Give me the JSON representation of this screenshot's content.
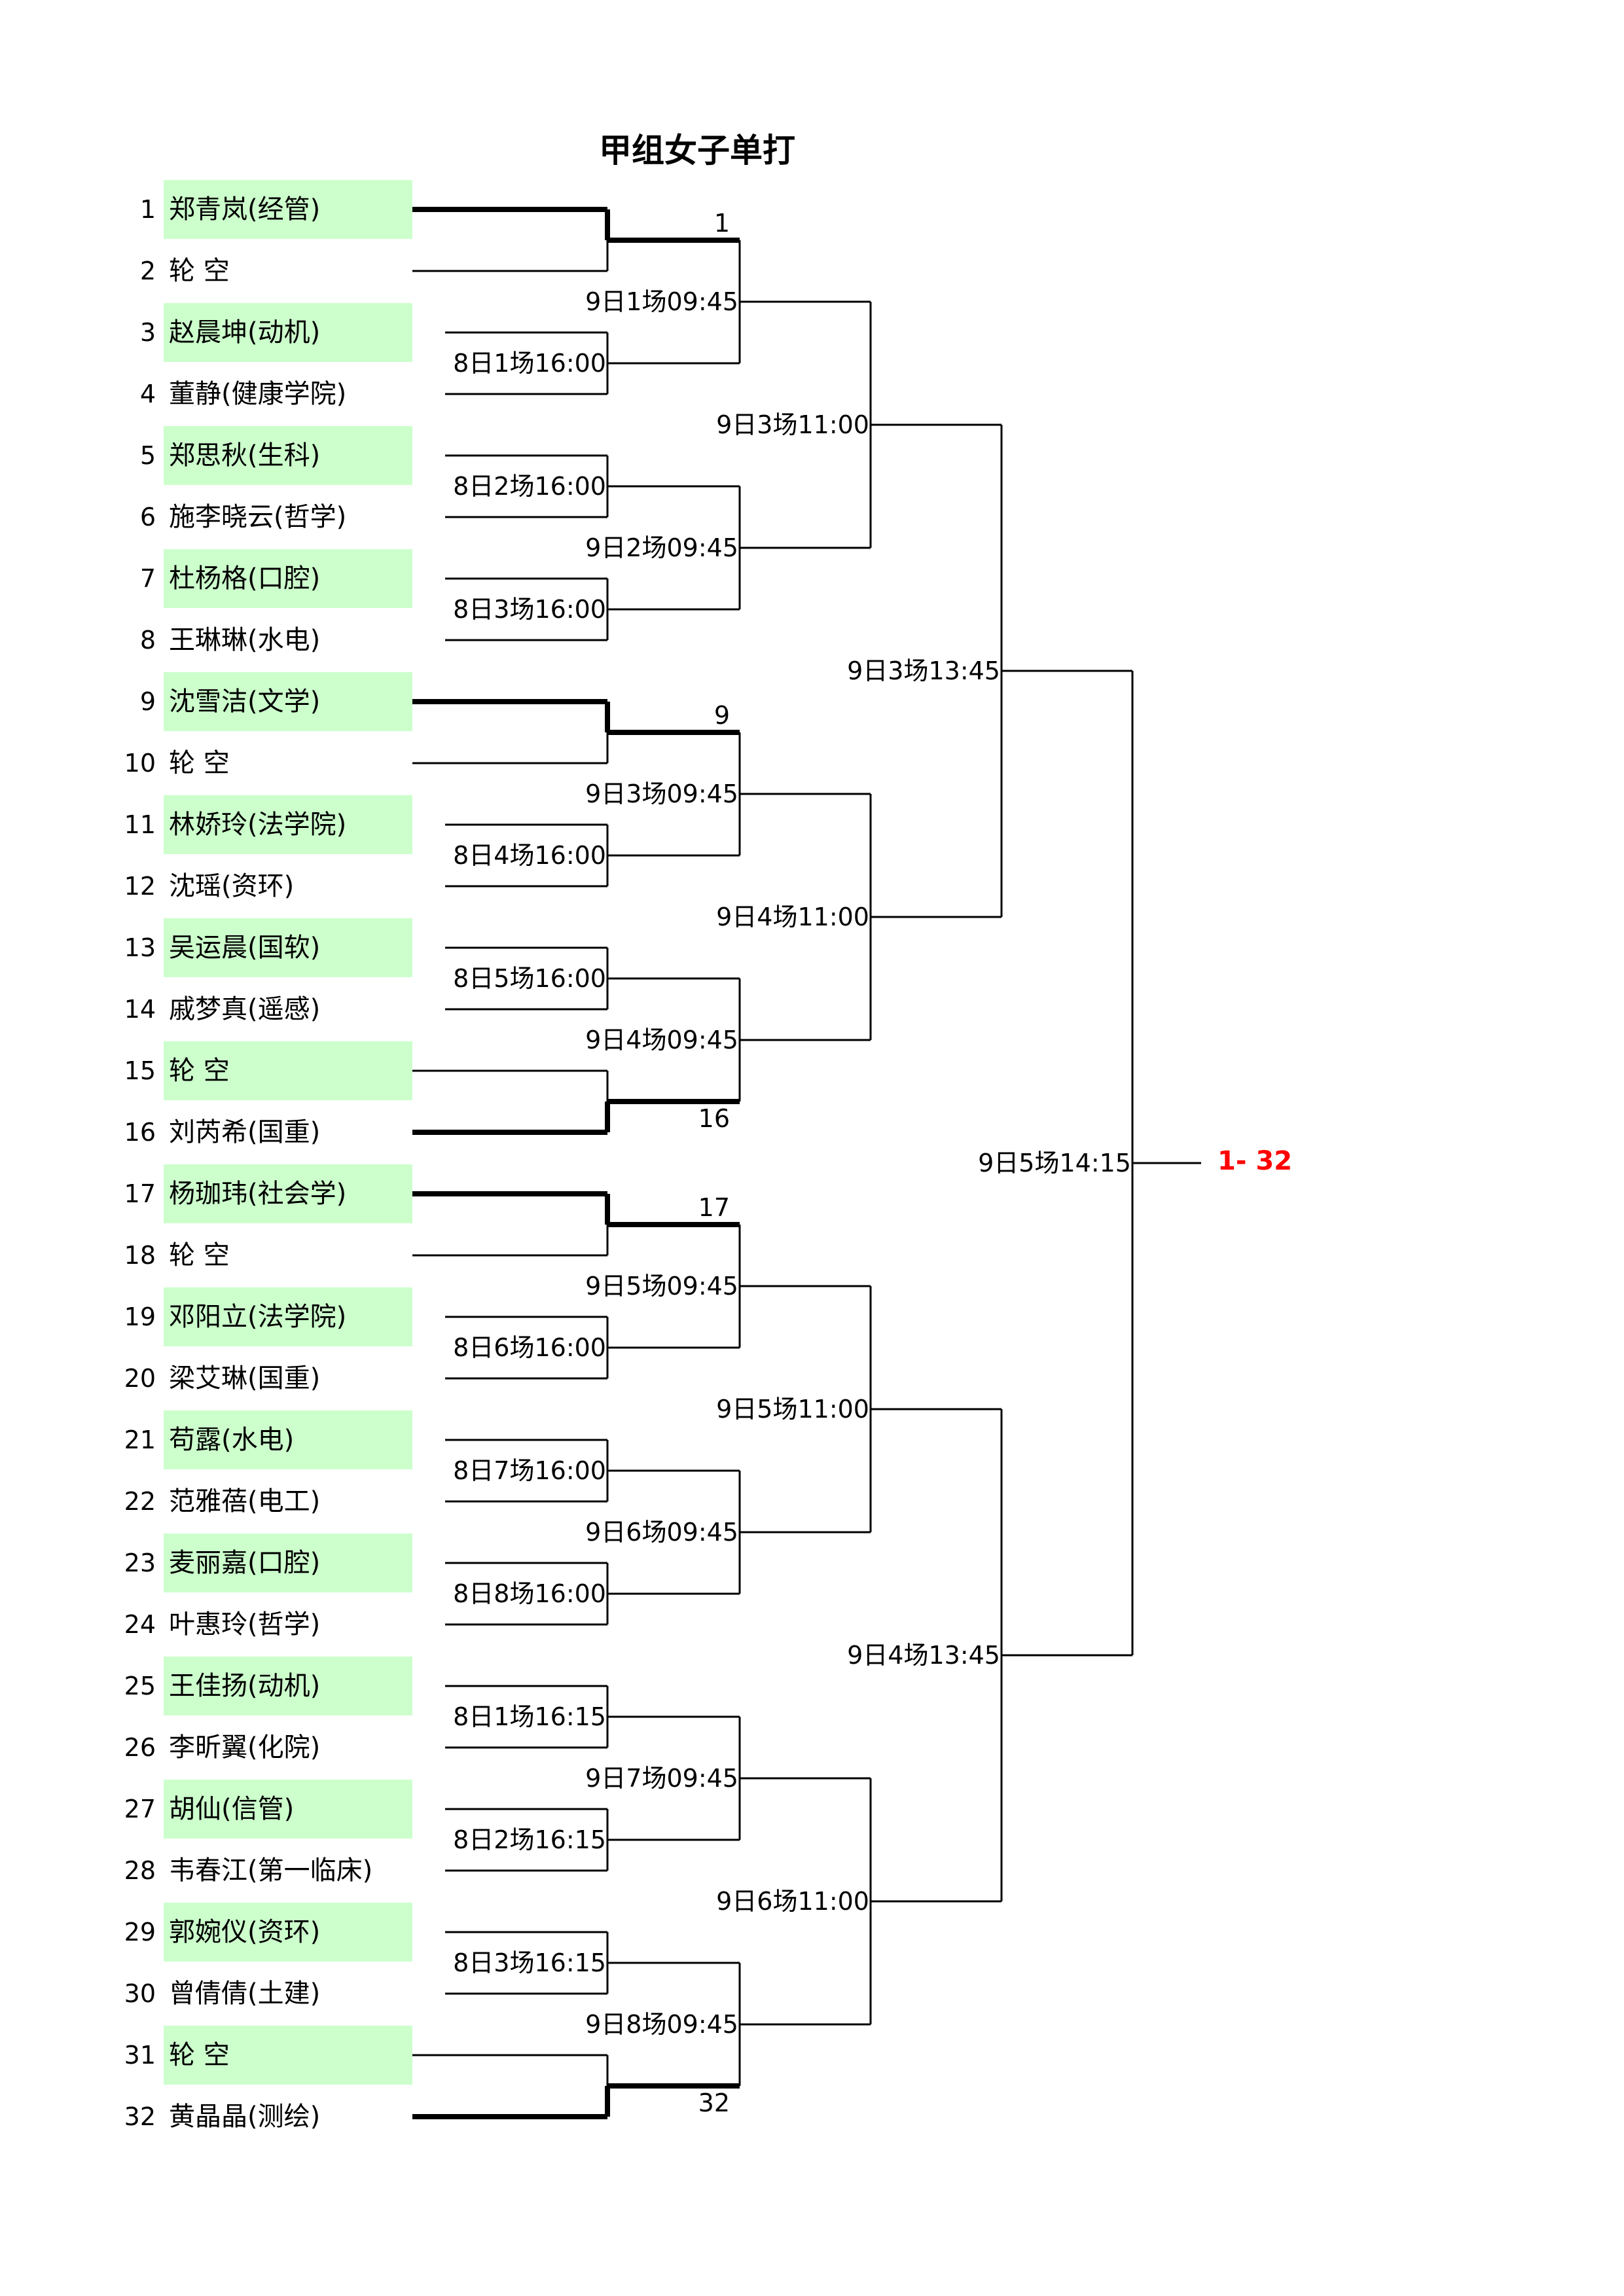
{
  "title": "甲组女子单打",
  "players": [
    {
      "seed": "1",
      "name": "郑青岚(经管)",
      "shaded": true
    },
    {
      "seed": "2",
      "name": "轮  空",
      "shaded": false
    },
    {
      "seed": "3",
      "name": "赵晨坤(动机)",
      "shaded": true
    },
    {
      "seed": "4",
      "name": "董静(健康学院)",
      "shaded": false
    },
    {
      "seed": "5",
      "name": "郑思秋(生科)",
      "shaded": true
    },
    {
      "seed": "6",
      "name": "施李晓云(哲学)",
      "shaded": false
    },
    {
      "seed": "7",
      "name": "杜杨格(口腔)",
      "shaded": true
    },
    {
      "seed": "8",
      "name": "王琳琳(水电)",
      "shaded": false
    },
    {
      "seed": "9",
      "name": "沈雪洁(文学)",
      "shaded": true
    },
    {
      "seed": "10",
      "name": "轮  空",
      "shaded": false
    },
    {
      "seed": "11",
      "name": "林娇玲(法学院)",
      "shaded": true
    },
    {
      "seed": "12",
      "name": "沈瑶(资环)",
      "shaded": false
    },
    {
      "seed": "13",
      "name": "吴运晨(国软)",
      "shaded": true
    },
    {
      "seed": "14",
      "name": "戚梦真(遥感)",
      "shaded": false
    },
    {
      "seed": "15",
      "name": "轮  空",
      "shaded": true
    },
    {
      "seed": "16",
      "name": "刘芮希(国重)",
      "shaded": false
    },
    {
      "seed": "17",
      "name": "杨珈玮(社会学)",
      "shaded": true
    },
    {
      "seed": "18",
      "name": "轮  空",
      "shaded": false
    },
    {
      "seed": "19",
      "name": "邓阳立(法学院)",
      "shaded": true
    },
    {
      "seed": "20",
      "name": "梁艾琳(国重)",
      "shaded": false
    },
    {
      "seed": "21",
      "name": "苟露(水电)",
      "shaded": true
    },
    {
      "seed": "22",
      "name": "范雅蓓(电工)",
      "shaded": false
    },
    {
      "seed": "23",
      "name": "麦丽嘉(口腔)",
      "shaded": true
    },
    {
      "seed": "24",
      "name": "叶惠玲(哲学)",
      "shaded": false
    },
    {
      "seed": "25",
      "name": "王佳扬(动机)",
      "shaded": true
    },
    {
      "seed": "26",
      "name": "李昕翼(化院)",
      "shaded": false
    },
    {
      "seed": "27",
      "name": "胡仙(信管)",
      "shaded": true
    },
    {
      "seed": "28",
      "name": "韦春江(第一临床)",
      "shaded": false
    },
    {
      "seed": "29",
      "name": "郭婉仪(资环)",
      "shaded": true
    },
    {
      "seed": "30",
      "name": "曾倩倩(土建)",
      "shaded": false
    },
    {
      "seed": "31",
      "name": "轮  空",
      "shaded": true
    },
    {
      "seed": "32",
      "name": "黄晶晶(测绘)",
      "shaded": false
    }
  ],
  "round1": [
    {
      "pair": 0,
      "bye_winner": "1",
      "bye_side": "top"
    },
    {
      "pair": 1,
      "label": "8日1场16:00"
    },
    {
      "pair": 2,
      "label": "8日2场16:00"
    },
    {
      "pair": 3,
      "label": "8日3场16:00"
    },
    {
      "pair": 4,
      "bye_winner": "9",
      "bye_side": "top"
    },
    {
      "pair": 5,
      "label": "8日4场16:00"
    },
    {
      "pair": 6,
      "label": "8日5场16:00"
    },
    {
      "pair": 7,
      "bye_winner": "16",
      "bye_side": "bottom"
    },
    {
      "pair": 8,
      "bye_winner": "17",
      "bye_side": "top"
    },
    {
      "pair": 9,
      "label": "8日6场16:00"
    },
    {
      "pair": 10,
      "label": "8日7场16:00"
    },
    {
      "pair": 11,
      "label": "8日8场16:00"
    },
    {
      "pair": 12,
      "label": "8日1场16:15"
    },
    {
      "pair": 13,
      "label": "8日2场16:15"
    },
    {
      "pair": 14,
      "label": "8日3场16:15"
    },
    {
      "pair": 15,
      "bye_winner": "32",
      "bye_side": "bottom"
    }
  ],
  "round2": [
    "9日1场09:45",
    "9日2场09:45",
    "9日3场09:45",
    "9日4场09:45",
    "9日5场09:45",
    "9日6场09:45",
    "9日7场09:45",
    "9日8场09:45"
  ],
  "round3": [
    "9日3场11:00",
    "9日4场11:00",
    "9日5场11:00",
    "9日6场11:00"
  ],
  "round4": [
    "9日3场13:45",
    "9日4场13:45"
  ],
  "final": {
    "label": "9日5场14:15",
    "result": "1- 32",
    "result_color": "#ff0000"
  }
}
